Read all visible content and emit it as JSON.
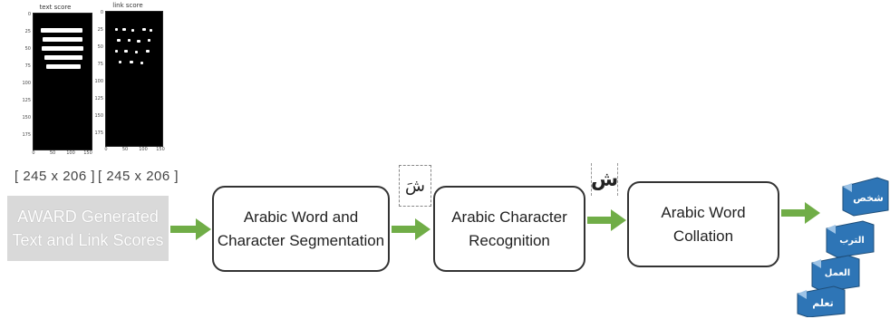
{
  "score_maps": [
    {
      "title": "text score",
      "yticks": [
        "0",
        "25",
        "50",
        "75",
        "100",
        "125",
        "150",
        "175"
      ],
      "xticks": [
        "0",
        "50",
        "100",
        "150"
      ]
    },
    {
      "title": "link score",
      "yticks": [
        "0",
        "25",
        "50",
        "75",
        "100",
        "125",
        "150",
        "175"
      ],
      "xticks": [
        "0",
        "50",
        "100",
        "150"
      ]
    }
  ],
  "dimensions": [
    "[ 245 x 206 ]",
    "[ 245 x 206 ]"
  ],
  "input_box": {
    "line1": "AWARD Generated",
    "line2": "Text and Link Scores"
  },
  "stages": [
    {
      "line1": "Arabic Word and",
      "line2": "Character Segmentation"
    },
    {
      "line1": "Arabic Character",
      "line2": "Recognition"
    },
    {
      "line1": "Arabic Word",
      "line2": "Collation"
    }
  ],
  "segmented_char": "شَ",
  "recognized_char": "ش",
  "output_words": [
    "شخص",
    "الترب",
    "العمل",
    "تعلم"
  ],
  "colors": {
    "arrow": "#70ad47",
    "doc": "#2e75b6",
    "doc_edge": "#1f4e79",
    "input_bg": "#d9d9d9"
  }
}
